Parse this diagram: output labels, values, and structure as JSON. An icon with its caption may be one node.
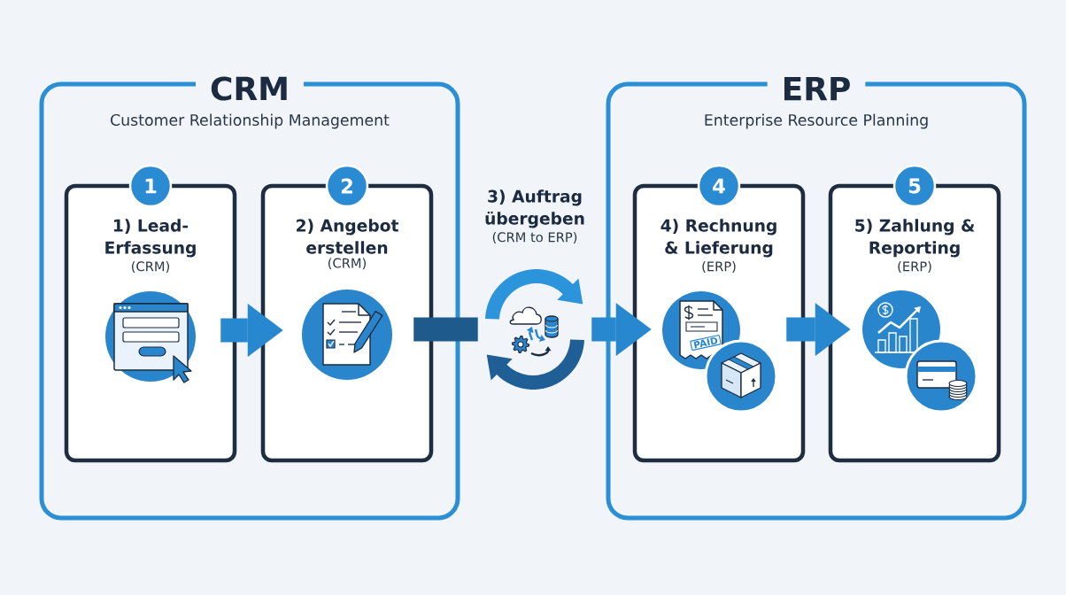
{
  "diagram": {
    "nodes": [
      {
        "text": [
          "CRM",
          "Customer Relationship Management"
        ]
      },
      {
        "text": [
          "1"
        ],
        "in": 0
      },
      {
        "text": [
          "1) Lead-Erfassung",
          "(CRM)"
        ],
        "in": 0
      },
      {
        "text": [
          "2"
        ],
        "in": 0
      },
      {
        "text": [
          "2) Angebot erstellen",
          "(CRM)"
        ],
        "in": 0
      },
      {
        "text": [
          "3) Auftrag übergeben",
          "(CRM to ERP)"
        ]
      },
      {
        "text": [
          "ERP",
          "Enterprise Resource Planning"
        ]
      },
      {
        "text": [
          "4"
        ],
        "in": 6
      },
      {
        "text": [
          "4) Rechnung & Lieferung",
          "(ERP)"
        ],
        "in": 6
      },
      {
        "text": [
          "5"
        ],
        "in": 6
      },
      {
        "text": [
          "5) Zahlung & Reporting",
          "(ERP)"
        ],
        "in": 6
      }
    ],
    "edges": [
      {
        "from": 2,
        "to": 4,
        "arrow": "to"
      },
      {
        "from": 4,
        "to": 5,
        "arrow": "none",
        "color": "#1f5a8c"
      },
      {
        "from": 5,
        "to": 8,
        "arrow": "to"
      },
      {
        "from": 8,
        "to": 10,
        "arrow": "to"
      }
    ],
    "labels": [
      "PAID"
    ]
  }
}
